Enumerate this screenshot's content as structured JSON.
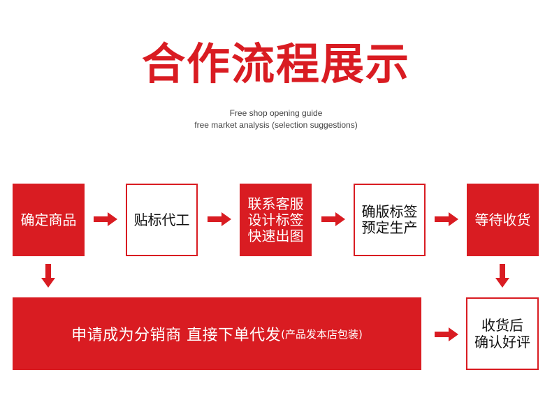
{
  "title": "合作流程展示",
  "subtitle_line1": "Free shop opening guide",
  "subtitle_line2": "free market analysis (selection suggestions)",
  "steps": [
    {
      "lines": [
        "确定商品"
      ]
    },
    {
      "lines": [
        "贴标代工"
      ]
    },
    {
      "lines": [
        "联系客服",
        "设计标签",
        "快速出图"
      ]
    },
    {
      "lines": [
        "确版标签",
        "预定生产"
      ]
    },
    {
      "lines": [
        "等待收货"
      ]
    }
  ],
  "banner": {
    "main": "申请成为分销商 直接下单代发",
    "small": "(产品发本店包装)"
  },
  "final": {
    "lines": [
      "收货后",
      "确认好评"
    ]
  },
  "colors": {
    "accent": "#d91c22",
    "text": "#111111",
    "background": "#ffffff"
  }
}
